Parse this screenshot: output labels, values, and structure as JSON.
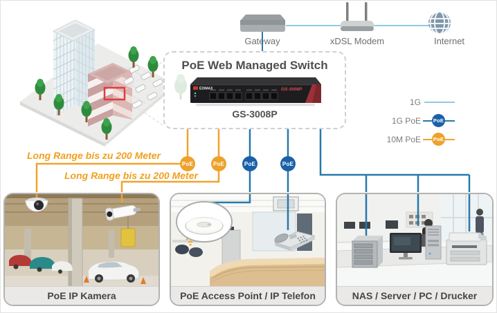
{
  "top_row": {
    "gateway_label": "Gateway",
    "modem_label": "xDSL Modem",
    "internet_label": "Internet"
  },
  "switch_box": {
    "title": "PoE Web Managed Switch",
    "model_caption": "GS-3008P",
    "device": {
      "brand": "EDIMAX",
      "model": "GS-3008P"
    }
  },
  "legend": {
    "items": [
      {
        "label": "1G",
        "line_color": "#8ecbe2",
        "badge": ""
      },
      {
        "label": "1G PoE",
        "line_color": "#2679ab",
        "badge": "PoE",
        "badge_color": "#1b61a8"
      },
      {
        "label": "10M PoE",
        "line_color": "#f0a42c",
        "badge": "PoE",
        "badge_color": "#eda22b"
      }
    ]
  },
  "annotations": {
    "long_range": [
      "Long Range bis zu 200 Meter",
      "Long Range bis zu 200 Meter"
    ]
  },
  "poe_badges": {
    "text": "PoE"
  },
  "panels": [
    {
      "caption": "PoE IP Kamera"
    },
    {
      "caption": "PoE Access Point / IP Telefon"
    },
    {
      "caption": "NAS / Server / PC / Drucker"
    }
  ],
  "colors": {
    "line_1g": "#8ecbe2",
    "line_poe_1g": "#2679ab",
    "line_poe_10m": "#f0a42c",
    "highlight_red": "#e23b3b",
    "text_gray": "#6f6f6f",
    "caption_text": "#454545"
  }
}
